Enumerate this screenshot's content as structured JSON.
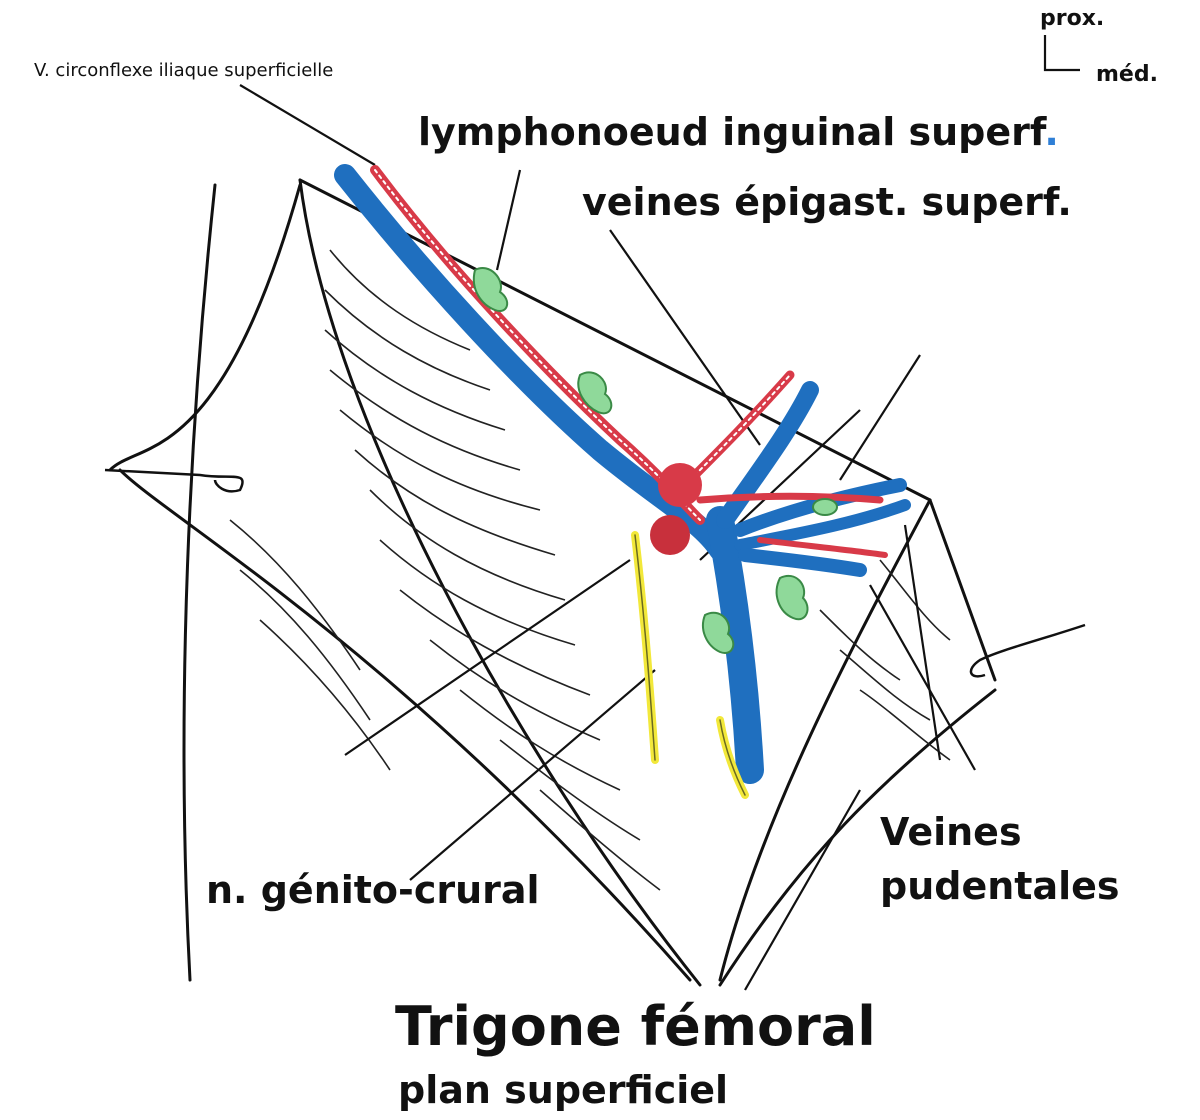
{
  "orientation": {
    "proximal": "prox.",
    "medial": "méd."
  },
  "labels": {
    "circumflex_vein": "V. circonflexe iliaque superficielle",
    "lymph_node_text": "lymphonoeud inguinal superf",
    "lymph_node_dot": ".",
    "epigastric_veins": "veines épigast. superf.",
    "genitofemoral_nerve": "n. génito-crural",
    "pudendal_veins_line1": "Veines",
    "pudendal_veins_line2": "pudentales"
  },
  "title": {
    "main": "Trigone fémoral",
    "sub": "plan superficiel"
  },
  "colors": {
    "vein": "#1f6fbf",
    "artery": "#d83a48",
    "lymph_node": "#8fd99a",
    "nerve": "#f2e83a",
    "ink": "#111111"
  }
}
